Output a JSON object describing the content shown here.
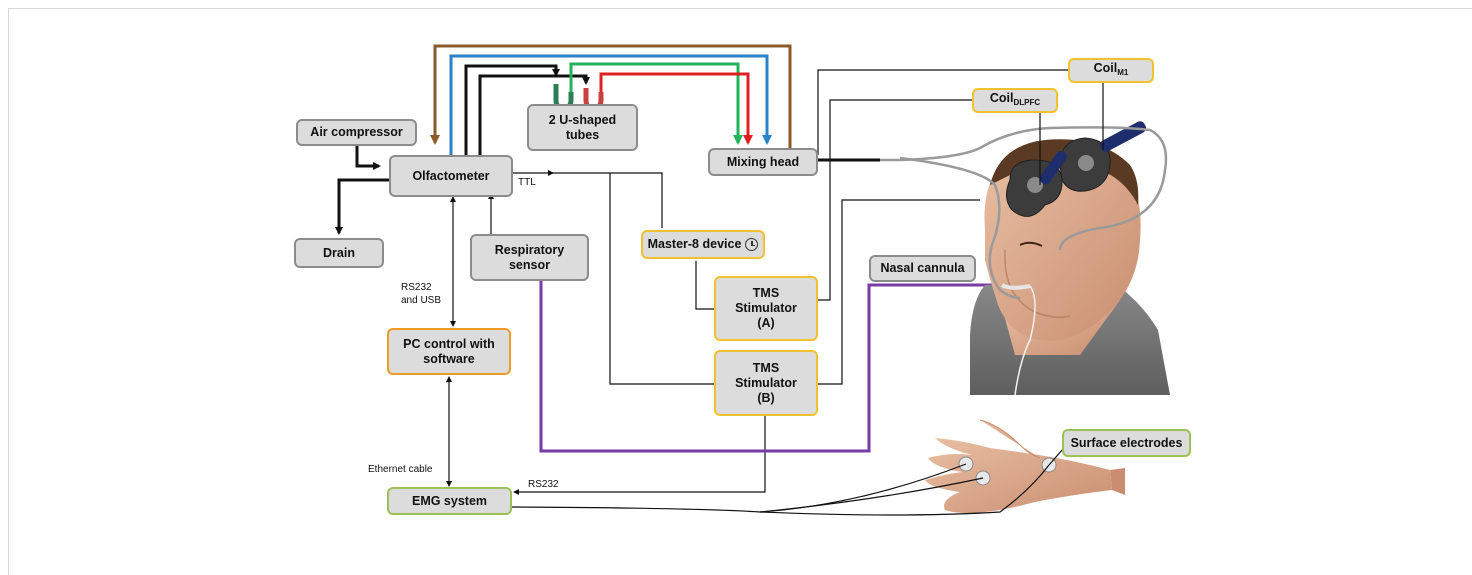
{
  "nodes": {
    "air_compressor": "Air compressor",
    "olfactometer": "Olfactometer",
    "drain": "Drain",
    "u_tubes_line1": "2 U-shaped",
    "u_tubes_line2": "tubes",
    "mixing_head": "Mixing head",
    "respiratory_line1": "Respiratory",
    "respiratory_line2": "sensor",
    "master8": "Master-8 device",
    "pc_line1": "PC control with",
    "pc_line2": "software",
    "tms_a_line1": "TMS",
    "tms_a_line2": "Stimulator",
    "tms_a_line3": "(A)",
    "tms_b_line1": "TMS",
    "tms_b_line2": "Stimulator",
    "tms_b_line3": "(B)",
    "emg": "EMG system",
    "nasal_cannula": "Nasal cannula",
    "coil_m1_main": "Coil",
    "coil_m1_sub": "M1",
    "coil_dlpfc_main": "Coil",
    "coil_dlpfc_sub": "DLPFC",
    "surface_electrodes": "Surface electrodes"
  },
  "labels": {
    "ttl": "TTL",
    "rs232_usb_line1": "RS232",
    "rs232_usb_line2": "and USB",
    "ethernet": "Ethernet cable",
    "rs232": "RS232"
  },
  "colors": {
    "brown": "#8b5a2b",
    "blue": "#2a82c8",
    "green": "#1fb35a",
    "red": "#e02020",
    "purple": "#7a3aa8",
    "black": "#111111",
    "box_fill": "#dcdcdc",
    "yellow_border": "#f2c12e",
    "orange_border": "#ef9b26",
    "green_border": "#9cc158",
    "gray_border": "#8c8c8c"
  }
}
